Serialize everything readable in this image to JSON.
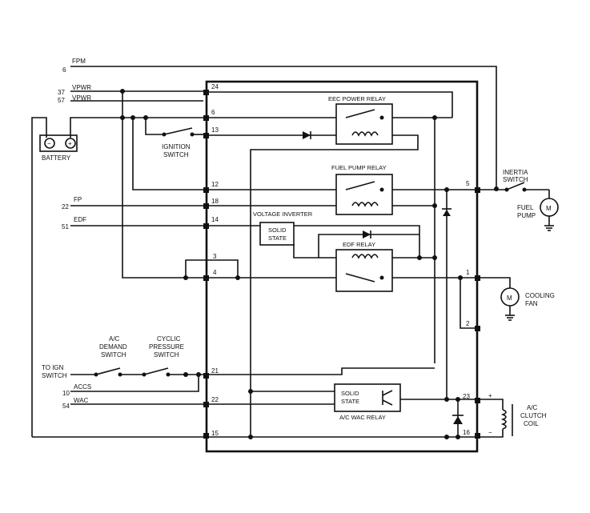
{
  "module": {
    "pins": {
      "p24": "24",
      "p6": "6",
      "p13": "13",
      "p12": "12",
      "p18": "18",
      "p14": "14",
      "p3": "3",
      "p4": "4",
      "p21": "21",
      "p22": "22",
      "p15": "15",
      "p5": "5",
      "p1": "1",
      "p2": "2",
      "p23": "23",
      "p16": "16"
    }
  },
  "harness": {
    "fpm_num": "6",
    "fpm": "FPM",
    "vpwr1_num": "37",
    "vpwr1": "VPWR",
    "vpwr2_num": "57",
    "vpwr2": "VPWR",
    "fp_num": "22",
    "fp": "FP",
    "edf_num": "51",
    "edf": "EDF",
    "accs_num": "10",
    "accs": "ACCS",
    "wac_num": "54",
    "wac": "WAC"
  },
  "labels": {
    "battery": "BATTERY",
    "ignition_switch_1": "IGNITION",
    "ignition_switch_2": "SWITCH",
    "eec_power_relay": "EEC POWER RELAY",
    "fuel_pump_relay": "FUEL PUMP RELAY",
    "voltage_inverter": "VOLTAGE INVERTER",
    "solid_state_1a": "SOLID",
    "solid_state_1b": "STATE",
    "edf_relay": "EDF RELAY",
    "inertia_switch_1": "INERTIA",
    "inertia_switch_2": "SWITCH",
    "fuel_pump_1": "FUEL",
    "fuel_pump_2": "PUMP",
    "cooling_fan_1": "COOLING",
    "cooling_fan_2": "FAN",
    "ac_demand_1": "A/C",
    "ac_demand_2": "DEMAND",
    "ac_demand_3": "SWITCH",
    "cyclic_1": "CYCLIC",
    "cyclic_2": "PRESSURE",
    "cyclic_3": "SWITCH",
    "to_ign_1": "TO IGN",
    "to_ign_2": "SWITCH",
    "solid_state_2a": "SOLID",
    "solid_state_2b": "STATE",
    "ac_wac_relay": "A/C WAC RELAY",
    "ac_clutch_1": "A/C",
    "ac_clutch_2": "CLUTCH",
    "ac_clutch_3": "COIL",
    "motor_m": "M",
    "motor_m2": "M",
    "plus": "+",
    "minus": "−",
    "batt_minus": "−",
    "batt_plus": "+"
  }
}
